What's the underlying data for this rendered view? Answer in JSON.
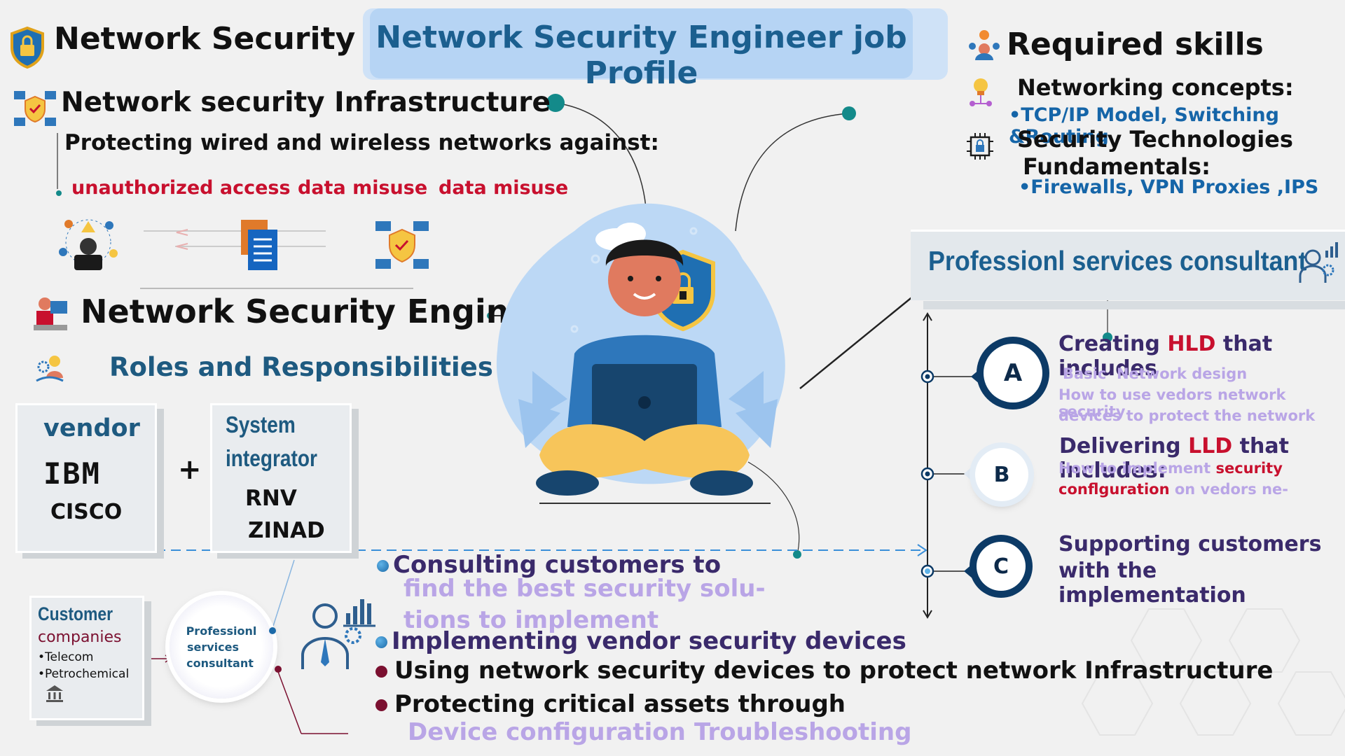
{
  "header": {
    "network_security": "Network Security",
    "job_profile_title": "Network Security Engineer job Profile",
    "required_skills": "Required skills"
  },
  "infrastructure": {
    "title": "Network security Infrastructure",
    "subtitle": "Protecting wired and wireless networks against:",
    "threats": [
      "unauthorized access",
      "data misuse",
      "data misuse"
    ]
  },
  "engineer": {
    "title": "Network Security Engineer",
    "roles": "Roles and Responsibilities"
  },
  "vendor_box": {
    "title": "vendor",
    "items": [
      "IBM",
      "CISCO"
    ]
  },
  "plus": "+",
  "integrator_box": {
    "title_line1": "System",
    "title_line2": "integrator",
    "items": [
      "RNV",
      "ZINAD"
    ]
  },
  "customer_box": {
    "title": "Customer",
    "subtitle": "companies",
    "items": [
      "•Telecom",
      "•Petrochemical"
    ]
  },
  "consultant_circle": {
    "line1": "Professionl",
    "line2": "services",
    "line3": "consultant"
  },
  "responsibilities": {
    "consulting": "Consulting customers to",
    "consulting_sub1": "find the best security solu-",
    "consulting_sub2": "tions to implement",
    "implementing": "Implementing vendor security devices",
    "using": "Using network security devices to protect network Infrastructure",
    "protecting": "Protecting critical assets through",
    "device_config": "Device configuration",
    "troubleshooting": "Troubleshooting"
  },
  "skills": {
    "networking": "Networking concepts:",
    "networking_items": "•TCP/IP Model, Switching &Routing",
    "security_tech": "Security Technologies",
    "fundamentals": "Fundamentals:",
    "fundamentals_items": "•Firewalls, VPN Proxies ,IPS"
  },
  "consultant_panel": {
    "title": "Professionl services consultant",
    "a_label": "A",
    "a_title_pre": "Creating ",
    "a_title_key": "HLD",
    "a_title_post": " that includes",
    "a_line1": "Basic  Network design",
    "a_line2": "How to use vedors network security",
    "a_line3": "devices to protect the network",
    "b_label": "B",
    "b_title_pre": "Delivering ",
    "b_title_key": "LLD",
    "b_title_post": " that includes:",
    "b_line1_pre": "How to implement ",
    "b_line1_key": "security",
    "b_line2_key": "conflguration",
    "b_line2_post": " on vedors ne-",
    "c_label": "C",
    "c_line1": "Supporting customers",
    "c_line2": "with the implementation"
  },
  "colors": {
    "title_banner": "#bcd8f5",
    "title_text": "#1b5f8f",
    "accent_red": "#c8102e",
    "accent_purple": "#3a2a6b",
    "lavender": "#b9a5e6",
    "navy": "#0c3a66",
    "teal_dot": "#138a8a"
  }
}
